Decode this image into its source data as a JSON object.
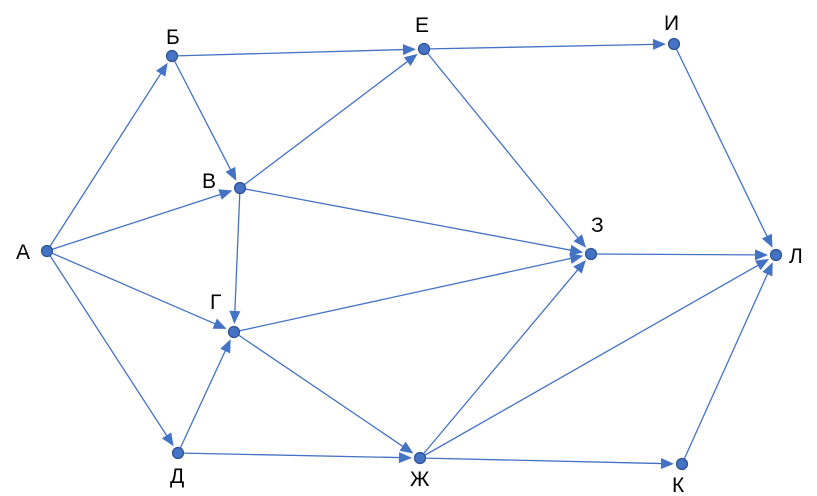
{
  "nodes": [
    {
      "id": "A",
      "label": "А"
    },
    {
      "id": "B",
      "label": "Б"
    },
    {
      "id": "V",
      "label": "В"
    },
    {
      "id": "G",
      "label": "Г"
    },
    {
      "id": "D",
      "label": "Д"
    },
    {
      "id": "E",
      "label": "Е"
    },
    {
      "id": "Zh",
      "label": "Ж"
    },
    {
      "id": "Z",
      "label": "З"
    },
    {
      "id": "I",
      "label": "И"
    },
    {
      "id": "K",
      "label": "К"
    },
    {
      "id": "L",
      "label": "Л"
    }
  ],
  "edges": [
    {
      "from": "A",
      "to": "B"
    },
    {
      "from": "A",
      "to": "V"
    },
    {
      "from": "A",
      "to": "G"
    },
    {
      "from": "A",
      "to": "D"
    },
    {
      "from": "B",
      "to": "E"
    },
    {
      "from": "B",
      "to": "V"
    },
    {
      "from": "V",
      "to": "E"
    },
    {
      "from": "V",
      "to": "Z"
    },
    {
      "from": "V",
      "to": "G"
    },
    {
      "from": "G",
      "to": "Z"
    },
    {
      "from": "G",
      "to": "Zh"
    },
    {
      "from": "D",
      "to": "G"
    },
    {
      "from": "D",
      "to": "Zh"
    },
    {
      "from": "E",
      "to": "I"
    },
    {
      "from": "E",
      "to": "Z"
    },
    {
      "from": "I",
      "to": "L"
    },
    {
      "from": "Z",
      "to": "L"
    },
    {
      "from": "Zh",
      "to": "Z"
    },
    {
      "from": "Zh",
      "to": "L"
    },
    {
      "from": "Zh",
      "to": "K"
    },
    {
      "from": "K",
      "to": "L"
    }
  ],
  "colors": {
    "edge": "#4472c4",
    "node": "#4472c4",
    "node_outline": "#2f528f",
    "label": "#000000"
  }
}
